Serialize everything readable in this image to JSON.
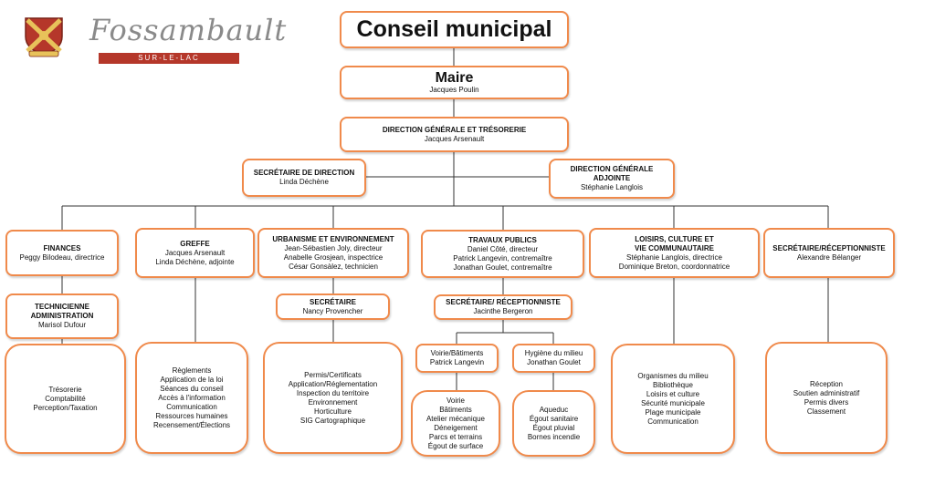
{
  "header": {
    "logo_name": "Fossambault",
    "logo_sub": "SUR-LE-LAC"
  },
  "council": {
    "title": "Conseil  municipal"
  },
  "mayor": {
    "title": "Maire",
    "name": "Jacques Poulin"
  },
  "dg": {
    "title": "DIRECTION GÉNÉRALE ET TRÉSORERIE",
    "name": "Jacques Arsenault"
  },
  "secretary_direction": {
    "title": "SECRÉTAIRE DE DIRECTION",
    "name": "Linda Déchène"
  },
  "dg_adjoint": {
    "title_line1": "DIRECTION GÉNÉRALE",
    "title_line2": "ADJOINTE",
    "name": "Stéphanie Langlois"
  },
  "finances": {
    "title": "FINANCES",
    "name": "Peggy Bilodeau, directrice"
  },
  "tech_admin": {
    "title_line1": "TECHNICIENNE",
    "title_line2": "ADMINISTRATION",
    "name": "Marisol Dufour"
  },
  "finances_tasks": [
    "Trésorerie",
    "Comptabilité",
    "Perception/Taxation"
  ],
  "greffe": {
    "title": "GREFFE",
    "line1": "Jacques Arsenault",
    "line2": "Linda Déchène, adjointe"
  },
  "greffe_tasks": [
    "Règlements",
    "Application de la loi",
    "Séances du conseil",
    "Accès à l'information",
    "Communication",
    "Ressources humaines",
    "Recensement/Élections"
  ],
  "urbanisme": {
    "title": "URBANISME ET ENVIRONNEMENT",
    "line1": "Jean-Sébastien Joly, directeur",
    "line2": "Anabelle Grosjean, inspectrice",
    "line3": "César Gonsàlez, technicien"
  },
  "urb_secretary": {
    "title": "SECRÉTAIRE",
    "name": "Nancy Provencher"
  },
  "urb_tasks": [
    "Permis/Certificats",
    "Application/Réglementation",
    "Inspection du territoire",
    "Environnement",
    "Horticulture",
    "SIG Cartographique"
  ],
  "travaux": {
    "title": "TRAVAUX PUBLICS",
    "line1": "Daniel Côté, directeur",
    "line2": "Patrick Langevin, contremaître",
    "line3": "Jonathan Goulet, contremaître"
  },
  "tp_secretary": {
    "title": "SECRÉTAIRE/ RÉCEPTIONNISTE",
    "name": "Jacinthe Bergeron"
  },
  "voirie": {
    "title": "Voirie/Bâtiments",
    "name": "Patrick Langevin"
  },
  "hygiene": {
    "title": "Hygiène du milieu",
    "name": "Jonathan Goulet"
  },
  "voirie_tasks": [
    "Voirie",
    "Bâtiments",
    "Atelier mécanique",
    "Déneigement",
    "Parcs et terrains",
    "Égout de surface"
  ],
  "hygiene_tasks": [
    "Aqueduc",
    "Égout sanitaire",
    "Égout pluvial",
    "Bornes  incendie"
  ],
  "loisirs": {
    "title_line1": "LOISIRS, CULTURE ET",
    "title_line2": "VIE COMMUNAUTAIRE",
    "line1": "Stéphanie Langlois, directrice",
    "line2": "Dominique Breton, coordonnatrice"
  },
  "loisirs_tasks": [
    "Organismes du milieu",
    "Bibliothèque",
    "Loisirs et culture",
    "Sécurité municipale",
    "Plage municipale",
    "Communication"
  ],
  "reception": {
    "title": "SECRÉTAIRE/RÉCEPTIONNISTE",
    "name": "Alexandre Bélanger"
  },
  "reception_tasks": [
    "Réception",
    "Soutien administratif",
    "Permis divers",
    "Classement"
  ],
  "colors": {
    "border": "#f08a4b",
    "line": "#333333",
    "brand_red": "#b5372a",
    "brand_gray": "#8a8a8a"
  }
}
